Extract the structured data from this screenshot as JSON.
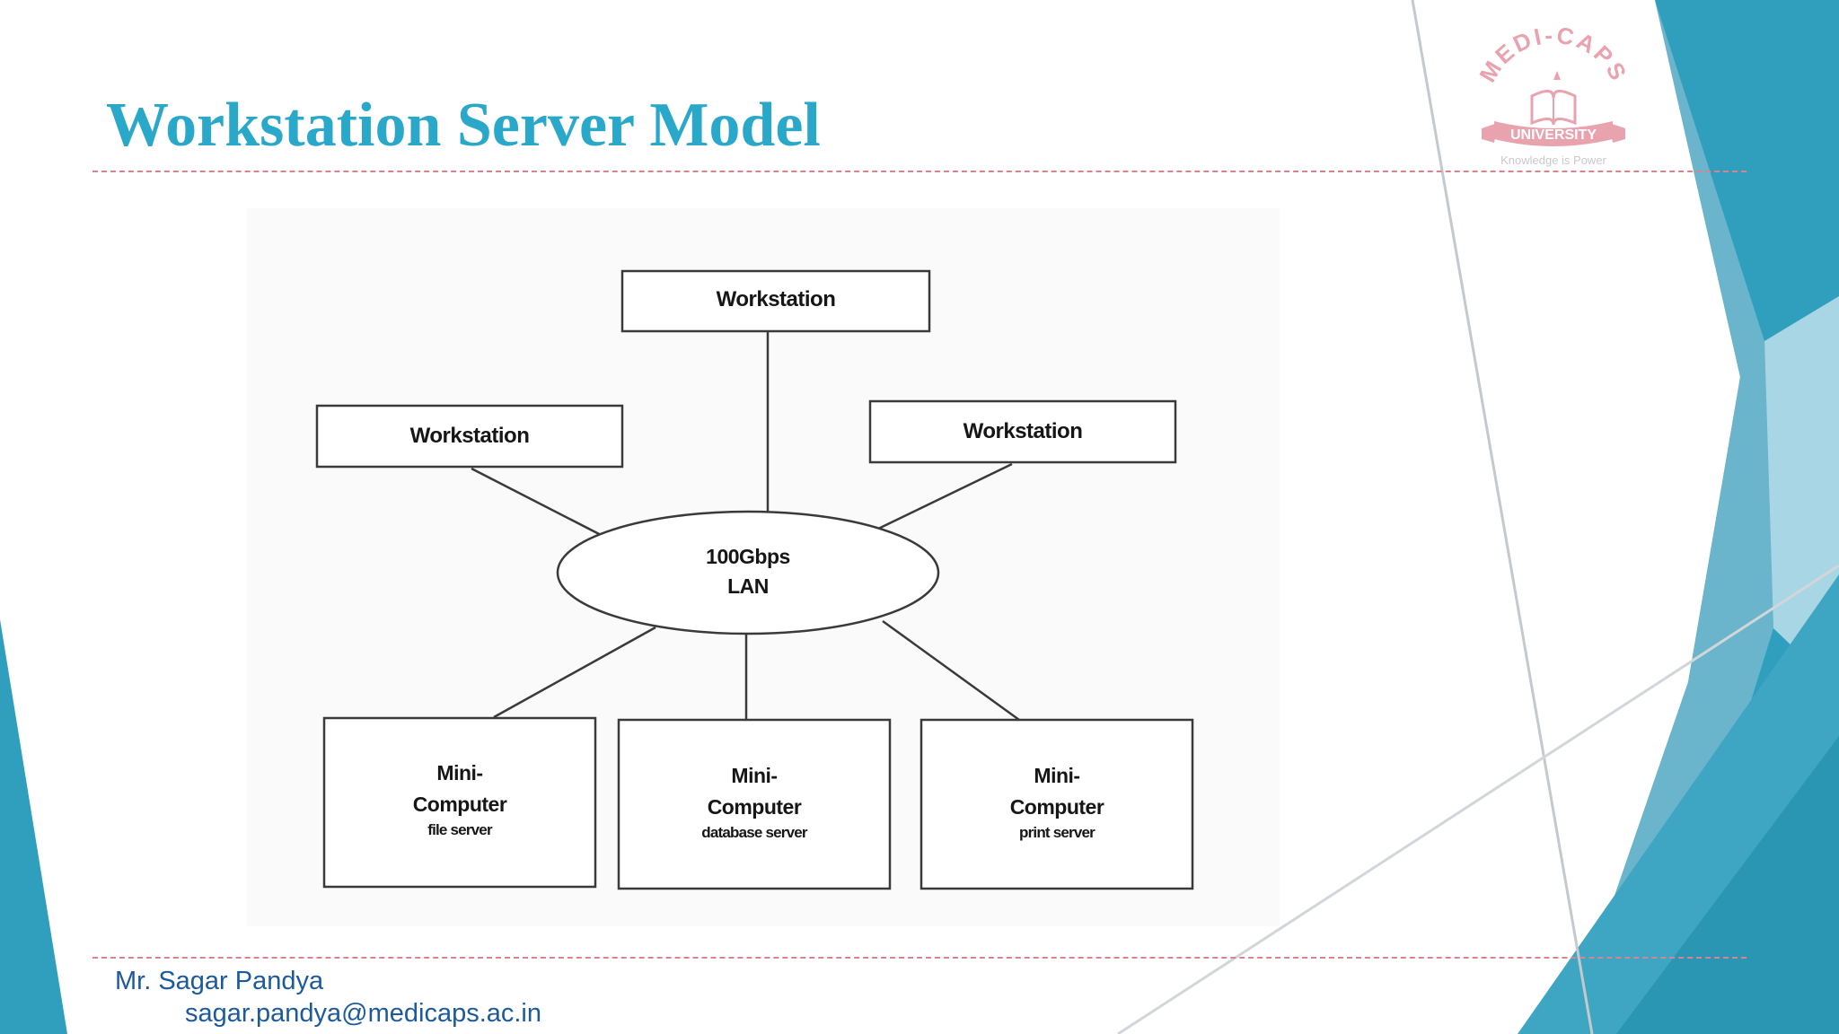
{
  "slide": {
    "title": "Workstation Server Model",
    "author": "Mr. Sagar Pandya",
    "email": "sagar.pandya@medicaps.ac.in"
  },
  "logo": {
    "top_text": "MEDI-CAPS",
    "ribbon_text": "UNIVERSITY",
    "tagline": "Knowledge is Power"
  },
  "diagram": {
    "hub": {
      "line1": "100Gbps",
      "line2": "LAN"
    },
    "workstations": [
      {
        "label": "Workstation"
      },
      {
        "label": "Workstation"
      },
      {
        "label": "Workstation"
      }
    ],
    "servers": [
      {
        "line1": "Mini-",
        "line2": "Computer",
        "sub": "file server"
      },
      {
        "line1": "Mini-",
        "line2": "Computer",
        "sub": "database server"
      },
      {
        "line1": "Mini-",
        "line2": "Computer",
        "sub": "print server"
      }
    ]
  },
  "colors": {
    "title": "#29a8c9",
    "accent_teal": "#2f9fbd",
    "accent_light": "#88c7da",
    "rule": "#d9838f",
    "footer_text": "#1c5a9c",
    "logo": "#e9a3ae"
  }
}
